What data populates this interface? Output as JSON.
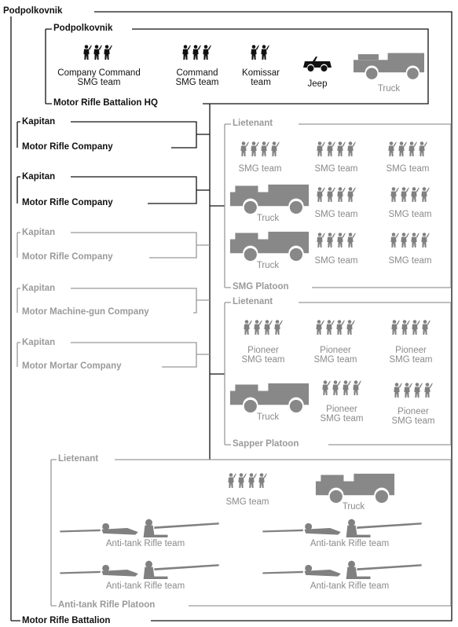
{
  "battalion": {
    "top_label": "Podpolkovnik",
    "bottom_label": "Motor Rifle Battalion"
  },
  "hq": {
    "top_label": "Podpolkovnik",
    "bottom_label": "Motor Rifle Battalion HQ",
    "units": [
      {
        "label": "Company Command\nSMG team",
        "icon": "soldiers-3-icon"
      },
      {
        "label": "Command\nSMG team",
        "icon": "soldiers-3-icon"
      },
      {
        "label": "Komissar\nteam",
        "icon": "soldiers-2-icon"
      },
      {
        "label": "Jeep",
        "icon": "jeep-icon"
      },
      {
        "label": "Truck",
        "icon": "truck-icon"
      }
    ]
  },
  "companies": [
    {
      "top": "Kapitan",
      "bottom": "Motor Rifle Company",
      "style": "dark"
    },
    {
      "top": "Kapitan",
      "bottom": "Motor Rifle Company",
      "style": "dark"
    },
    {
      "top": "Kapitan",
      "bottom": "Motor Rifle Company",
      "style": "grey"
    },
    {
      "top": "Kapitan",
      "bottom": "Motor Machine-gun Company",
      "style": "grey"
    },
    {
      "top": "Kapitan",
      "bottom": "Motor Mortar Company",
      "style": "grey"
    }
  ],
  "smg_platoon": {
    "top": "Lietenant",
    "bottom": "SMG Platoon",
    "units": [
      "SMG team",
      "SMG team",
      "SMG team",
      "Truck",
      "SMG team",
      "SMG team",
      "Truck",
      "SMG team",
      "SMG team"
    ]
  },
  "sapper_platoon": {
    "top": "Lietenant",
    "bottom": "Sapper Platoon",
    "units": [
      "Pioneer\nSMG team",
      "Pioneer\nSMG team",
      "Pioneer\nSMG team",
      "Truck",
      "Pioneer\nSMG team",
      "Pioneer\nSMG team"
    ]
  },
  "at_platoon": {
    "top": "Lietenant",
    "bottom": "Anti-tank Rifle Platoon",
    "units": [
      "SMG team",
      "Truck",
      "Anti-tank Rifle team",
      "Anti-tank Rifle team",
      "Anti-tank Rifle team",
      "Anti-tank Rifle team"
    ]
  },
  "colors": {
    "dark": "#111111",
    "grey": "#9a9a9a",
    "icon_grey": "#7a7a7a"
  }
}
